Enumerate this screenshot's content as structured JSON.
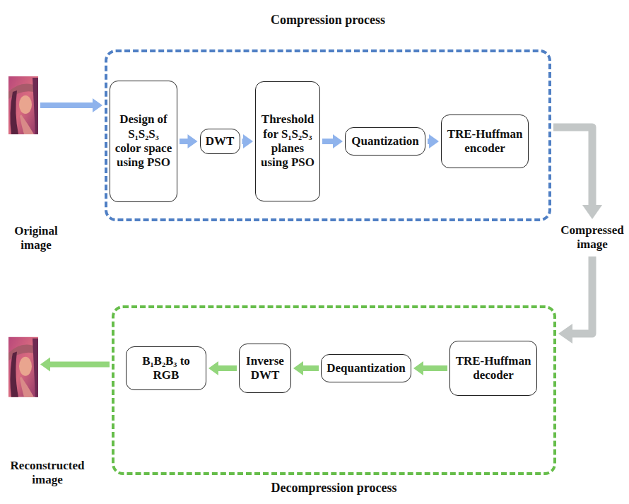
{
  "diagram": {
    "nodes": [
      {
        "text": [
          "Original image"
        ]
      },
      {
        "text": [
          "Compression process"
        ]
      },
      {
        "text": [
          "Design of S₁S₂S₃ color space using PSO"
        ],
        "in": 1
      },
      {
        "text": [
          "DWT"
        ],
        "in": 1
      },
      {
        "text": [
          "Threshold for S₁S₂S₃ planes using PSO"
        ],
        "in": 1
      },
      {
        "text": [
          "Quantization"
        ],
        "in": 1
      },
      {
        "text": [
          "TRE-Huffman encoder"
        ],
        "in": 1
      },
      {
        "text": [
          "Compressed image"
        ]
      },
      {
        "text": [
          "Decompression process"
        ]
      },
      {
        "text": [
          "TRE-Huffman decoder"
        ],
        "in": 8
      },
      {
        "text": [
          "Dequantization"
        ],
        "in": 8
      },
      {
        "text": [
          "Inverse DWT"
        ],
        "in": 8
      },
      {
        "text": [
          "B₁B₂B₃ to RGB"
        ],
        "in": 8
      },
      {
        "text": [
          "Reconstructed image"
        ]
      }
    ],
    "edges": [
      {
        "from": 0,
        "to": 1,
        "arrow": "to"
      },
      {
        "from": 2,
        "to": 3,
        "arrow": "to"
      },
      {
        "from": 3,
        "to": 4,
        "arrow": "to"
      },
      {
        "from": 4,
        "to": 5,
        "arrow": "to"
      },
      {
        "from": 5,
        "to": 6,
        "arrow": "to"
      },
      {
        "from": 1,
        "to": 7,
        "arrow": "to"
      },
      {
        "from": 7,
        "to": 8,
        "arrow": "to"
      },
      {
        "from": 9,
        "to": 10,
        "arrow": "to"
      },
      {
        "from": 10,
        "to": 11,
        "arrow": "to"
      },
      {
        "from": 11,
        "to": 12,
        "arrow": "to"
      },
      {
        "from": 8,
        "to": 13,
        "arrow": "to"
      }
    ]
  }
}
